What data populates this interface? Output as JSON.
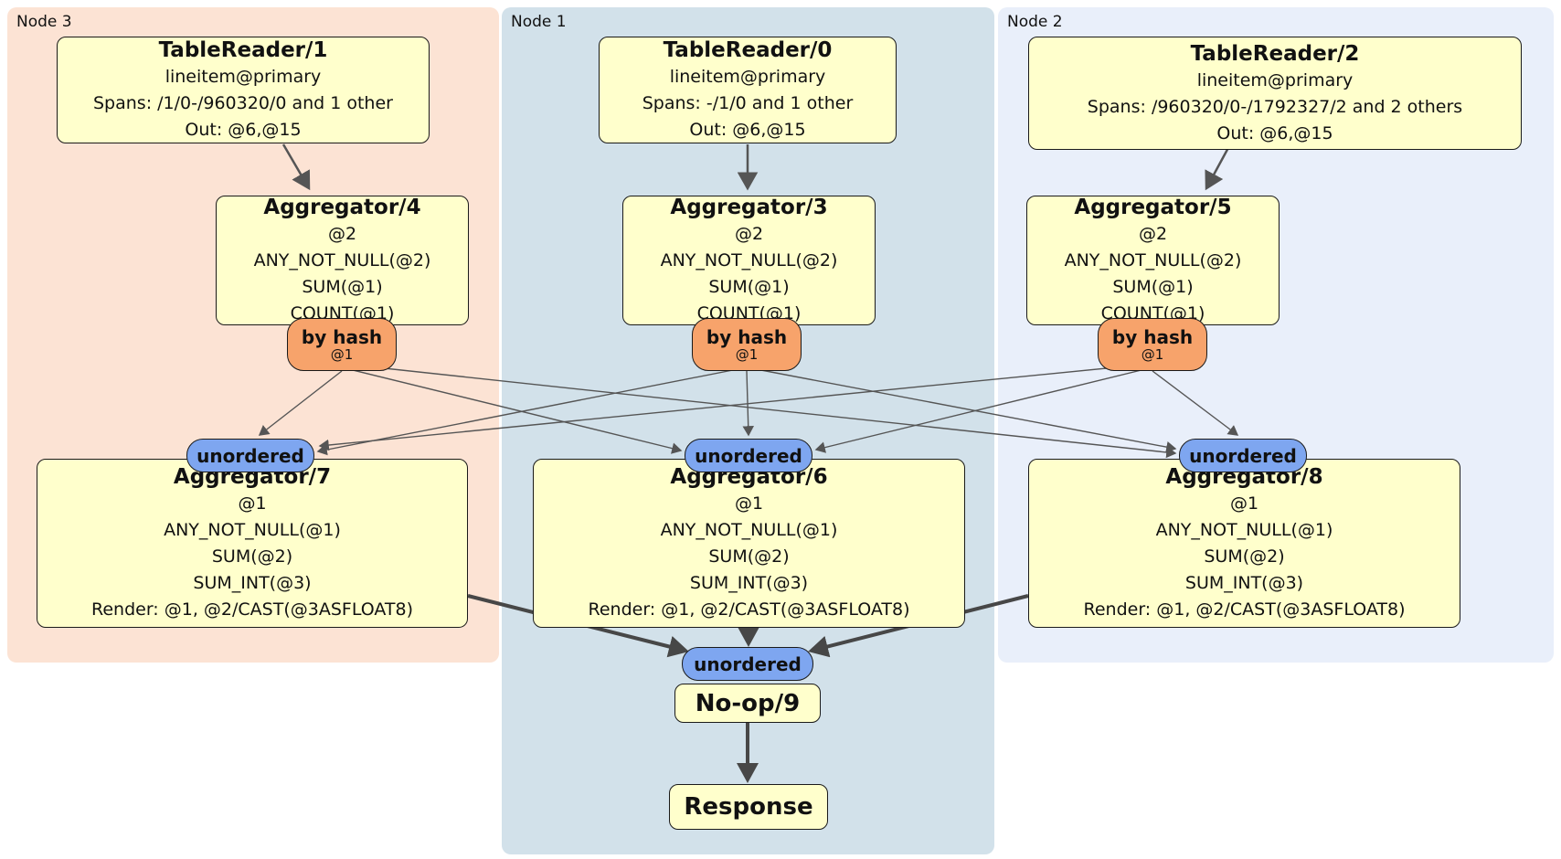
{
  "diagram": {
    "colors": {
      "node3_bg": "#fce3d4",
      "node1_bg": "#d2e1ea",
      "node2_bg": "#e9effa",
      "processor_bg": "#ffffcc",
      "router_bg": "#f7a36b",
      "sync_bg": "#7ea6f0",
      "edge_thin": "#555555",
      "edge_thick": "#474747"
    },
    "nodes": [
      {
        "label": "Node 3",
        "table_reader": {
          "title": "TableReader/1",
          "lines": [
            "lineitem@primary",
            "Spans: /1/0-/960320/0 and 1 other",
            "Out: @6,@15"
          ]
        },
        "aggregator_top": {
          "title": "Aggregator/4",
          "lines": [
            "@2",
            "ANY_NOT_NULL(@2)",
            "SUM(@1)",
            "COUNT(@1)"
          ]
        },
        "router": {
          "label": "by hash",
          "key": "@1"
        },
        "sync": {
          "label": "unordered"
        },
        "aggregator_bottom": {
          "title": "Aggregator/7",
          "lines": [
            "@1",
            "ANY_NOT_NULL(@1)",
            "SUM(@2)",
            "SUM_INT(@3)",
            "Render: @1, @2/CAST(@3ASFLOAT8)"
          ]
        }
      },
      {
        "label": "Node 1",
        "table_reader": {
          "title": "TableReader/0",
          "lines": [
            "lineitem@primary",
            "Spans: -/1/0 and 1 other",
            "Out: @6,@15"
          ]
        },
        "aggregator_top": {
          "title": "Aggregator/3",
          "lines": [
            "@2",
            "ANY_NOT_NULL(@2)",
            "SUM(@1)",
            "COUNT(@1)"
          ]
        },
        "router": {
          "label": "by hash",
          "key": "@1"
        },
        "sync": {
          "label": "unordered"
        },
        "aggregator_bottom": {
          "title": "Aggregator/6",
          "lines": [
            "@1",
            "ANY_NOT_NULL(@1)",
            "SUM(@2)",
            "SUM_INT(@3)",
            "Render: @1, @2/CAST(@3ASFLOAT8)"
          ]
        }
      },
      {
        "label": "Node 2",
        "table_reader": {
          "title": "TableReader/2",
          "lines": [
            "lineitem@primary",
            "Spans: /960320/0-/1792327/2 and 2 others",
            "Out: @6,@15"
          ]
        },
        "aggregator_top": {
          "title": "Aggregator/5",
          "lines": [
            "@2",
            "ANY_NOT_NULL(@2)",
            "SUM(@1)",
            "COUNT(@1)"
          ]
        },
        "router": {
          "label": "by hash",
          "key": "@1"
        },
        "sync": {
          "label": "unordered"
        },
        "aggregator_bottom": {
          "title": "Aggregator/8",
          "lines": [
            "@1",
            "ANY_NOT_NULL(@1)",
            "SUM(@2)",
            "SUM_INT(@3)",
            "Render: @1, @2/CAST(@3ASFLOAT8)"
          ]
        }
      }
    ],
    "final": {
      "sync": {
        "label": "unordered"
      },
      "noop": {
        "title": "No-op/9"
      },
      "response": {
        "title": "Response"
      }
    }
  }
}
